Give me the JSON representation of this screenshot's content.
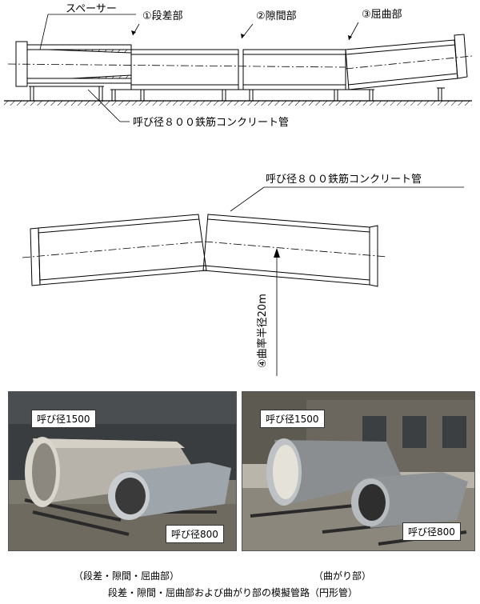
{
  "top_diagram": {
    "spacer_label": "スペーサー",
    "step_label": "①段差部",
    "gap_label": "②隙間部",
    "bend_label": "③屈曲部",
    "pipe_label": "呼び径８００鉄筋コンクリート管"
  },
  "middle_diagram": {
    "pipe_label": "呼び径８００鉄筋コンクリート管",
    "radius_label": "④曲率半径20m"
  },
  "photos": {
    "left": {
      "label_large": "呼び径1500",
      "label_small": "呼び径800",
      "caption": "（段差・隙間・屈曲部）"
    },
    "right": {
      "label_large": "呼び径1500",
      "label_small": "呼び径800",
      "caption": "（曲がり部）"
    }
  },
  "figure_caption": "段差・隙間・屈曲部および曲がり部の模擬管路（円形管）"
}
